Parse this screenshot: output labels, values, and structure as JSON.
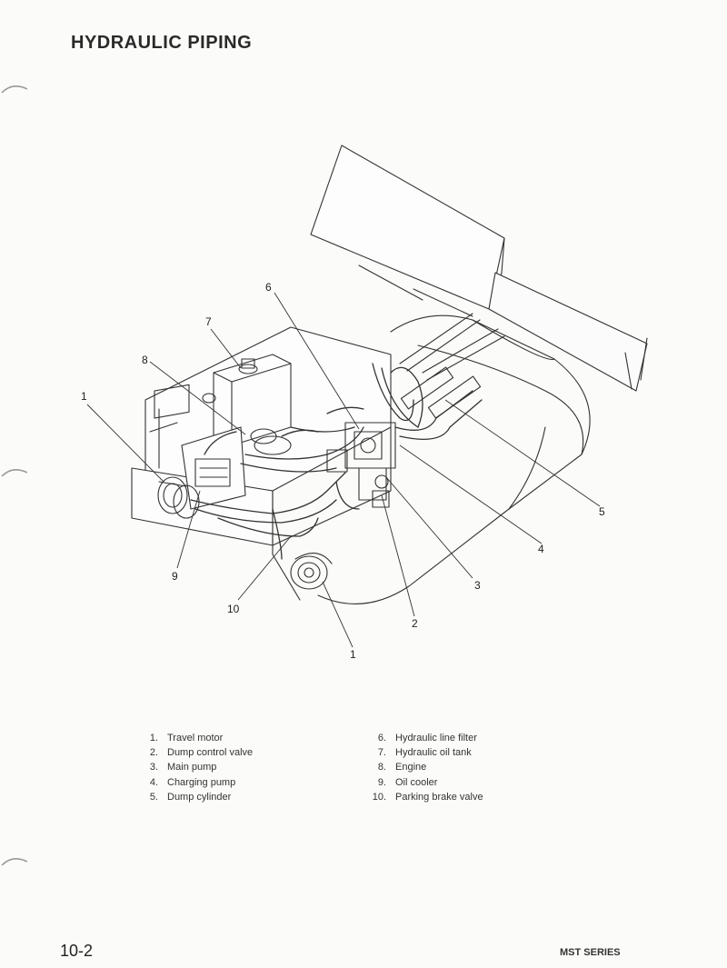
{
  "page": {
    "title": "HYDRAULIC PIPING",
    "page_number": "10-2",
    "series": "MST SERIES"
  },
  "callouts": [
    "1",
    "2",
    "3",
    "4",
    "5",
    "6",
    "7",
    "8",
    "9",
    "10",
    "1"
  ],
  "legend": {
    "left": [
      {
        "num": "1.",
        "label": "Travel motor"
      },
      {
        "num": "2.",
        "label": "Dump control valve"
      },
      {
        "num": "3.",
        "label": "Main pump"
      },
      {
        "num": "4.",
        "label": "Charging pump"
      },
      {
        "num": "5.",
        "label": "Dump cylinder"
      }
    ],
    "right": [
      {
        "num": "6.",
        "label": "Hydraulic line filter"
      },
      {
        "num": "7.",
        "label": "Hydraulic oil tank"
      },
      {
        "num": "8.",
        "label": "Engine"
      },
      {
        "num": "9.",
        "label": "Oil cooler"
      },
      {
        "num": "10.",
        "label": "Parking brake valve"
      }
    ]
  }
}
